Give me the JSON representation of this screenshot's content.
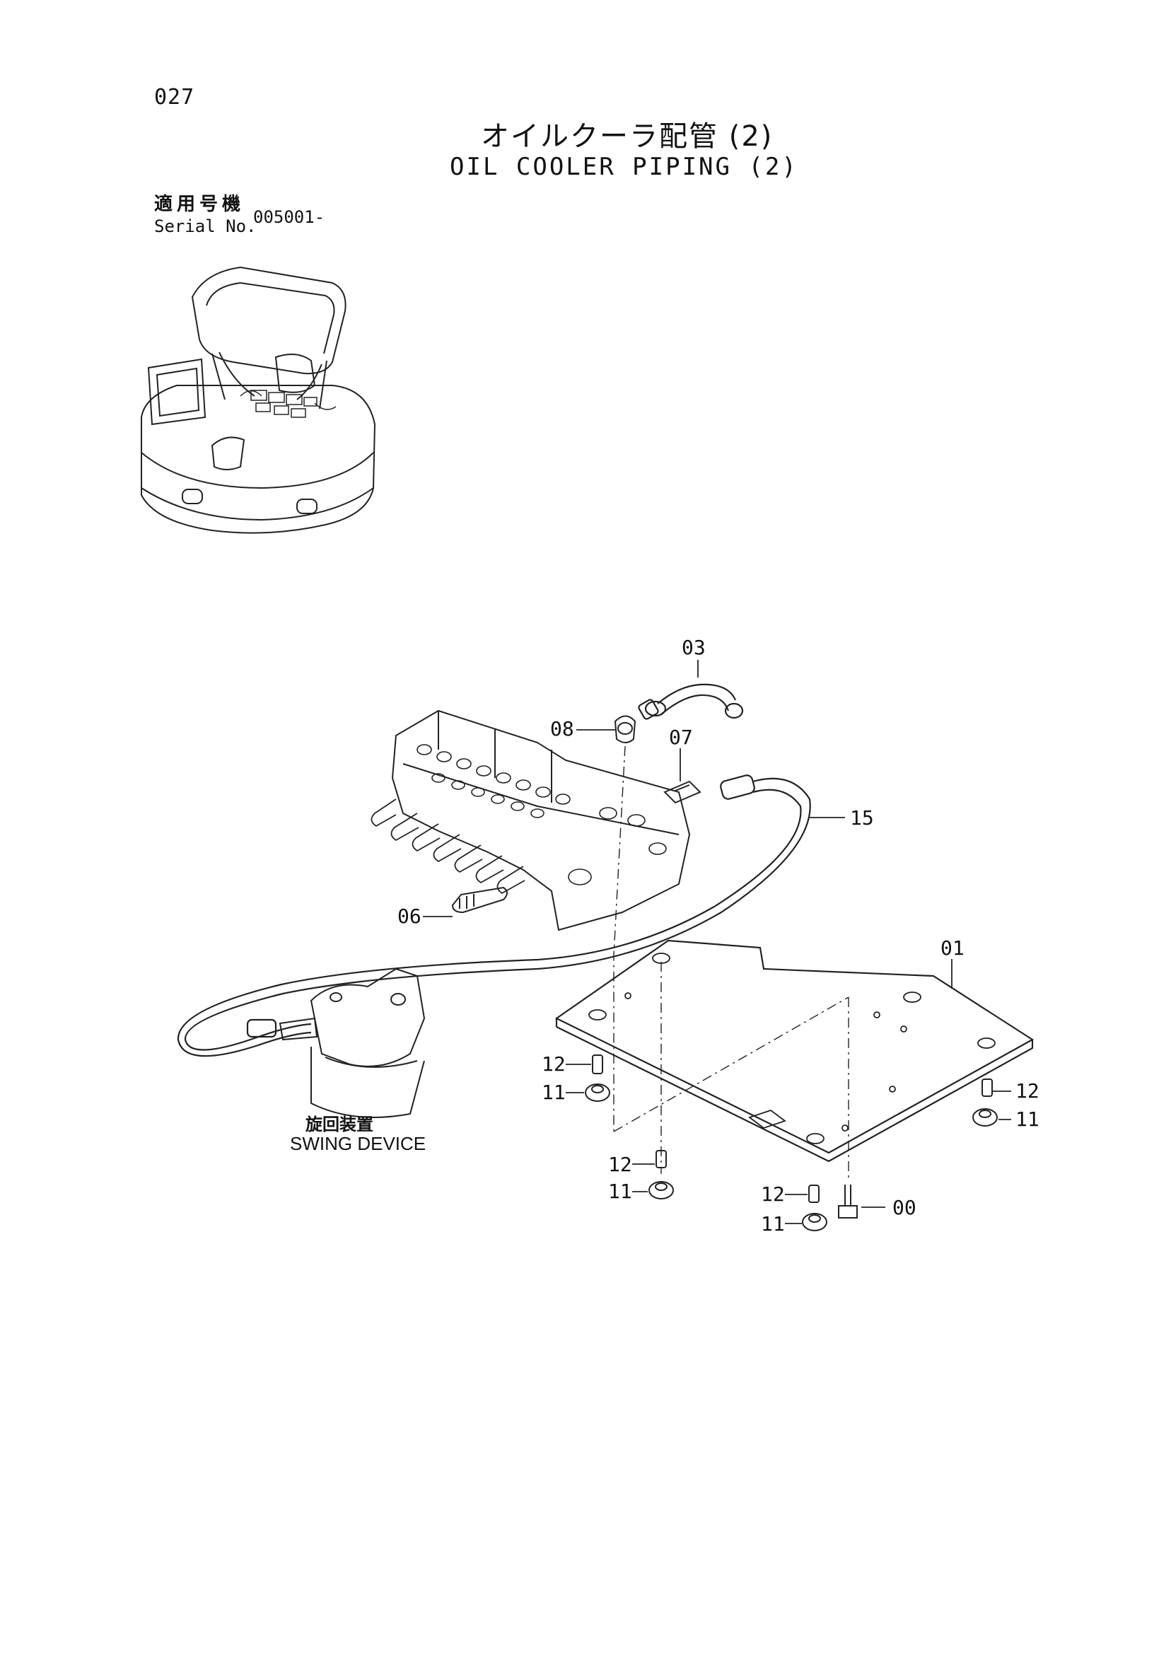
{
  "page": {
    "number": "027",
    "title_jp": "オイルクーラ配管 (2)",
    "title_en": "OIL COOLER PIPING (2)"
  },
  "serial": {
    "label_jp": "適用号機",
    "label_en": "Serial No.",
    "value": "005001-"
  },
  "swing_device": {
    "label_jp": "旋回装置",
    "label_en": "SWING DEVICE"
  },
  "callouts": {
    "c03": "03",
    "c08": "08",
    "c07": "07",
    "c15": "15",
    "c06": "06",
    "c01": "01",
    "c12a": "12",
    "c11a": "11",
    "c12b": "12",
    "c11b": "11",
    "c12c": "12",
    "c11c": "11",
    "c00": "00",
    "c12d": "12",
    "c11d": "11"
  }
}
